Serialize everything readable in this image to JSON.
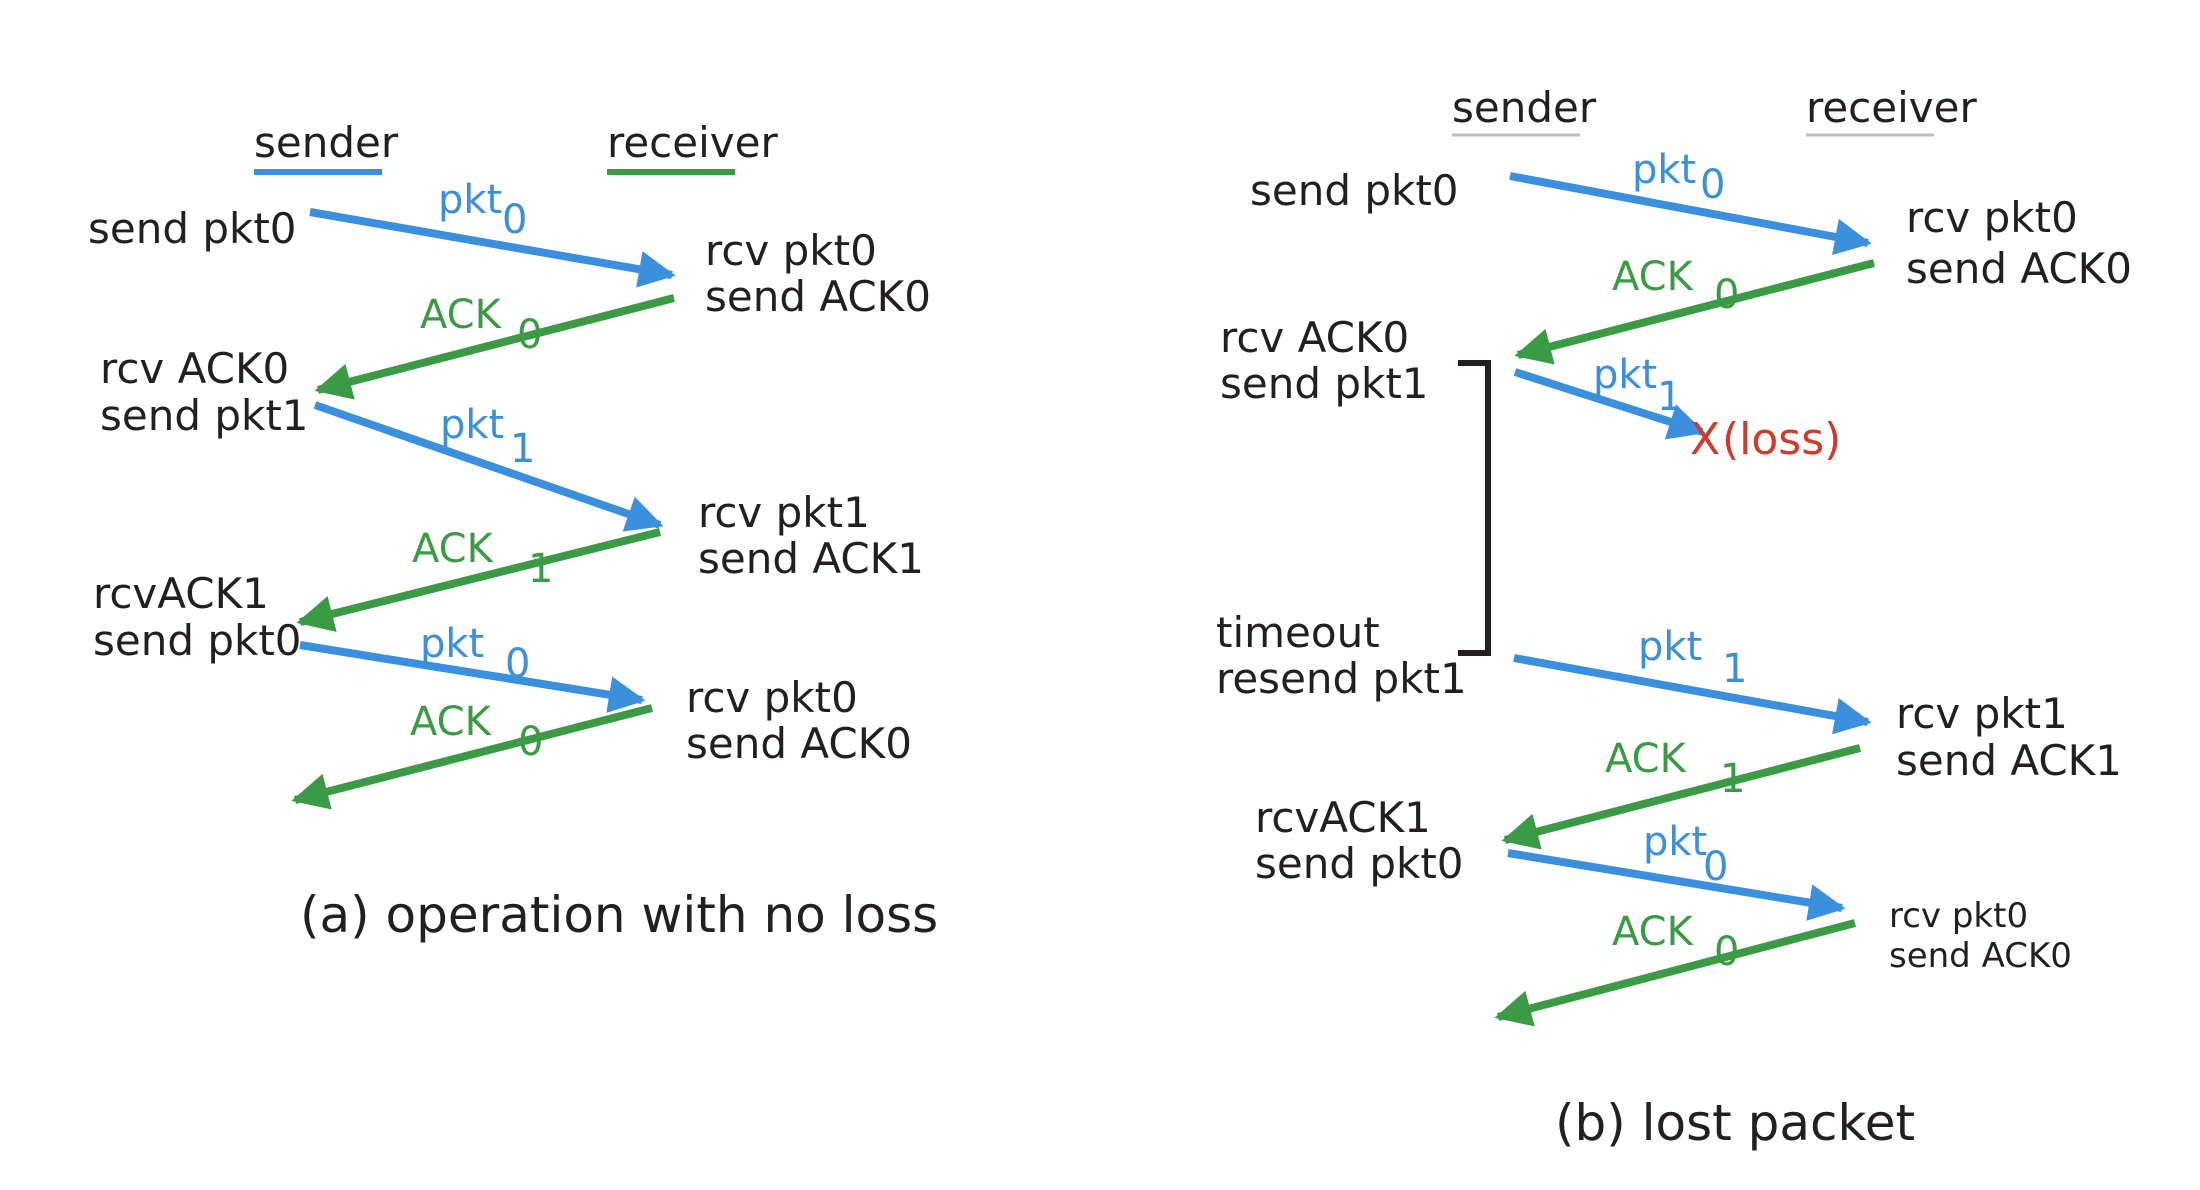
{
  "colors": {
    "sender": "#3a8fde",
    "receiver": "#3b9b45",
    "loss": "#d03a2c",
    "text": "#231f20",
    "bracket": "#231f20"
  },
  "panel_a": {
    "sender_header": "sender",
    "receiver_header": "receiver",
    "caption": "(a) operation with no loss",
    "labels": {
      "s1": "send pkt0",
      "s2a": "rcv ACK0",
      "s2b": "send pkt1",
      "s3a": "rcvACK1",
      "s3b": "send pkt0",
      "r1a": "rcv pkt0",
      "r1b": "send ACK0",
      "r2a": "rcv pkt1",
      "r2b": "send ACK1",
      "r3a": "rcv pkt0",
      "r3b": "send ACK0"
    },
    "messages": [
      {
        "name": "pkt",
        "num": "0"
      },
      {
        "name": "ACK",
        "num": "0"
      },
      {
        "name": "pkt",
        "num": "1"
      },
      {
        "name": "ACK",
        "num": "1"
      },
      {
        "name": "pkt",
        "num": "0"
      },
      {
        "name": "ACK",
        "num": "0"
      }
    ]
  },
  "panel_b": {
    "sender_header": "sender",
    "receiver_header": "receiver",
    "caption": "(b) lost packet",
    "labels": {
      "s1": "send pkt0",
      "s2a": "rcv ACK0",
      "s2b": "send pkt1",
      "s3a": "timeout",
      "s3b": "resend pkt1",
      "s4a": "rcvACK1",
      "s4b": "send pkt0",
      "r1a": "rcv pkt0",
      "r1b": "send ACK0",
      "r2a": "rcv pkt1",
      "r2b": "send ACK1",
      "r3a": "rcv pkt0",
      "r3b": "send ACK0"
    },
    "loss_marker": "X",
    "loss_text": "(loss)",
    "messages": [
      {
        "name": "pkt",
        "num": "0"
      },
      {
        "name": "ACK",
        "num": "0"
      },
      {
        "name": "pkt",
        "num": "1"
      },
      {
        "name": "pkt",
        "num": "1"
      },
      {
        "name": "ACK",
        "num": "1"
      },
      {
        "name": "pkt",
        "num": "0"
      },
      {
        "name": "ACK",
        "num": "0"
      }
    ]
  }
}
